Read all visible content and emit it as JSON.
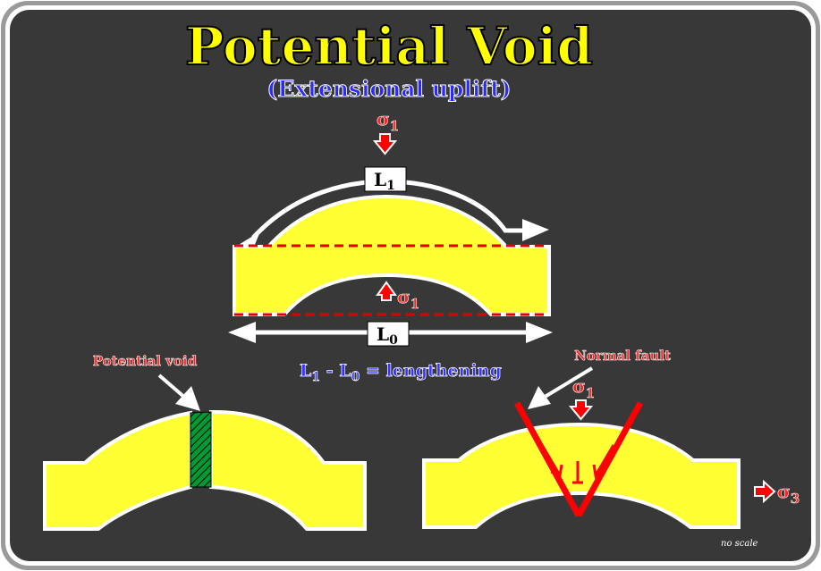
{
  "title": "Potential Void",
  "subtitle": "(Extensional uplift)",
  "top_diagram": {
    "sigma_top": "σ",
    "sigma_top_sub": "1",
    "sigma_bottom": "σ",
    "sigma_bottom_sub": "1",
    "l1_main": "L",
    "l1_sub": "1",
    "l0_main": "L",
    "l0_sub": "0",
    "equation_l1": "L",
    "equation_l1_sub": "1",
    "equation_minus": "-",
    "equation_l0": "L",
    "equation_l0_sub": "0",
    "equation_rest": " = lengthening"
  },
  "left_diagram": {
    "label": "Potential void"
  },
  "right_diagram": {
    "label": "Normal fault",
    "sigma1": "σ",
    "sigma1_sub": "1",
    "sigma3": "σ",
    "sigma3_sub": "3",
    "note": "no scale"
  },
  "colors": {
    "background": "#383838",
    "yellow": "#ffff33",
    "red": "#ff0000",
    "title_yellow": "#ffff00",
    "subtitle_blue": "#2a2aff",
    "void_green": "#009933"
  }
}
